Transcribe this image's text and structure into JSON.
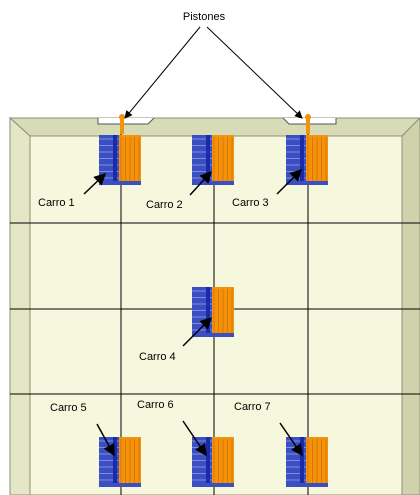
{
  "diagram": {
    "pistons_label": "Pistones",
    "carts": [
      {
        "label": "Carro 1"
      },
      {
        "label": "Carro 2"
      },
      {
        "label": "Carro 3"
      },
      {
        "label": "Carro 4"
      },
      {
        "label": "Carro 5"
      },
      {
        "label": "Carro 6"
      },
      {
        "label": "Carro 7"
      }
    ]
  },
  "colors": {
    "floor": "#f5f7dc",
    "frame": "#dfe2bd",
    "frame_edge": "#8d8f78",
    "grid": "#000000",
    "cart_blue": "#3b4fc2",
    "cart_orange": "#f4920a",
    "piston": "#f4920a"
  }
}
